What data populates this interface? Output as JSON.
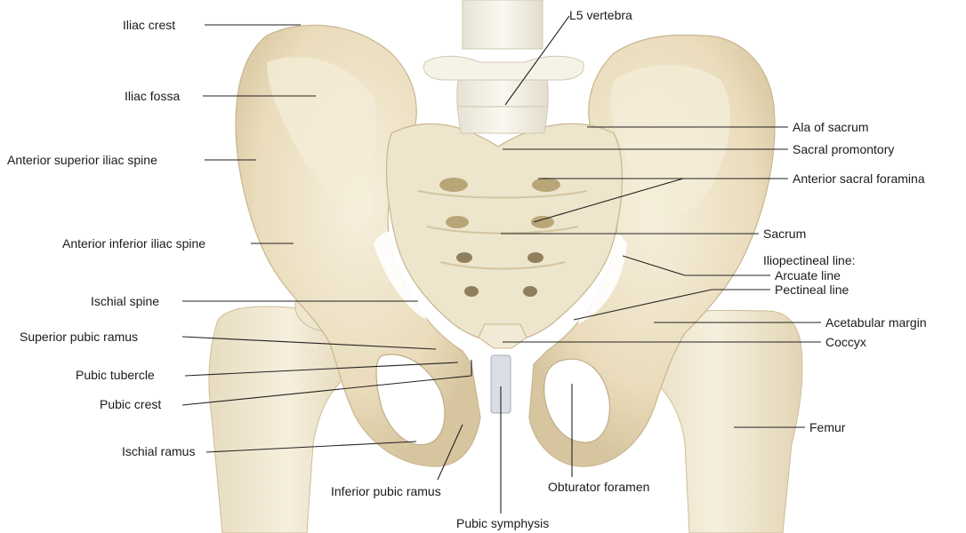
{
  "diagram": {
    "labels": {
      "iliac_crest": "Iliac crest",
      "iliac_fossa": "Iliac fossa",
      "asis": "Anterior superior iliac spine",
      "aiis": "Anterior inferior iliac spine",
      "ischial_spine": "Ischial spine",
      "superior_pubic_ramus": "Superior pubic ramus",
      "pubic_tubercle": "Pubic tubercle",
      "pubic_crest": "Pubic crest",
      "ischial_ramus": "Ischial ramus",
      "inferior_pubic_ramus": "Inferior pubic ramus",
      "pubic_symphysis": "Pubic symphysis",
      "obturator_foramen": "Obturator foramen",
      "l5_vertebra": "L5 vertebra",
      "ala_of_sacrum": "Ala of sacrum",
      "sacral_promontory": "Sacral promontory",
      "anterior_sacral_foramina": "Anterior sacral foramina",
      "sacrum": "Sacrum",
      "iliopectineal_line": "Iliopectineal line:",
      "arcuate_line": "Arcuate line",
      "pectineal_line": "Pectineal line",
      "acetabular_margin": "Acetabular margin",
      "coccyx": "Coccyx",
      "femur": "Femur"
    },
    "colors": {
      "bone": "#ebe0c4",
      "bone_light": "#f5eedc",
      "bone_shadow": "#cdbd97",
      "foramen": "#ffffff",
      "cartilage": "#d9dde6",
      "line": "#222222",
      "text": "#1a1a1a"
    }
  }
}
